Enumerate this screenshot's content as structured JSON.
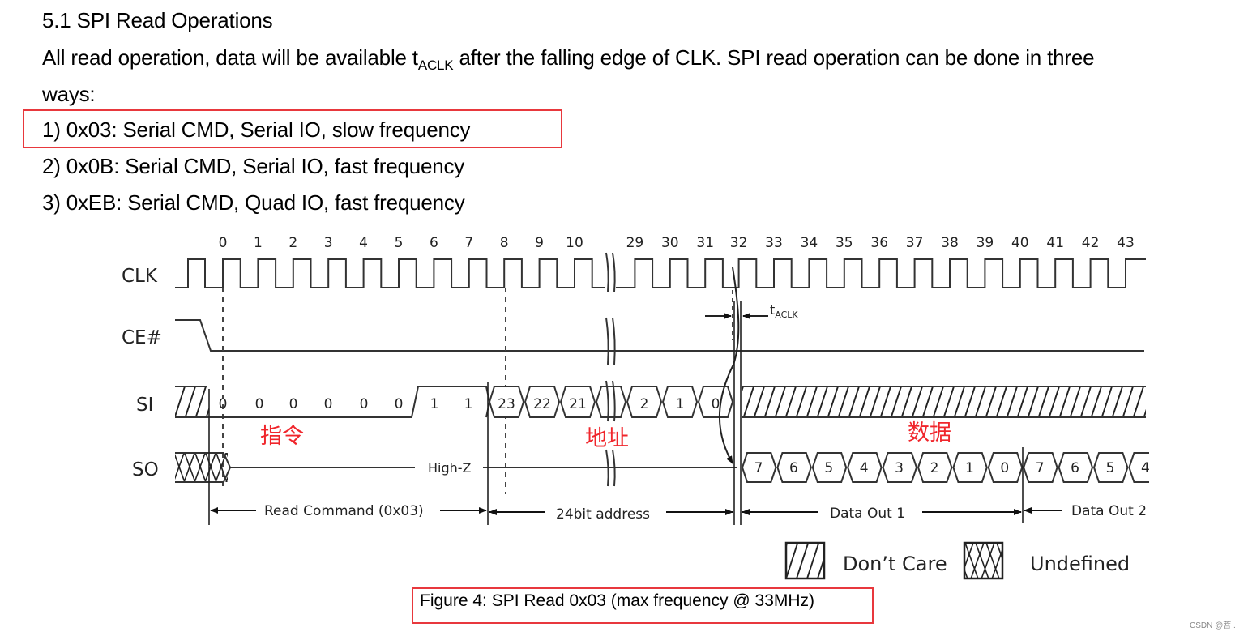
{
  "section": {
    "heading": "5.1 SPI Read Operations",
    "intro_pre": "All read operation, data will be available t",
    "intro_sub": "ACLK",
    "intro_post": " after the falling edge of CLK. SPI read operation can be done in three",
    "intro_cont": "ways:",
    "modes": [
      {
        "text": "1) 0x03: Serial CMD, Serial IO, slow frequency",
        "highlighted": true
      },
      {
        "text": "2) 0x0B: Serial CMD, Serial IO, fast frequency",
        "highlighted": false
      },
      {
        "text": "3) 0xEB: Serial CMD, Quad IO, fast frequency",
        "highlighted": false
      }
    ]
  },
  "diagram": {
    "signals": [
      "CLK",
      "CE#",
      "SI",
      "SO"
    ],
    "clock_numbers": [
      "0",
      "1",
      "2",
      "3",
      "4",
      "5",
      "6",
      "7",
      "8",
      "9",
      "10",
      "29",
      "30",
      "31",
      "32",
      "33",
      "34",
      "35",
      "36",
      "37",
      "38",
      "39",
      "40",
      "41",
      "42",
      "43"
    ],
    "si_command_bits": [
      "0",
      "0",
      "0",
      "0",
      "0",
      "0",
      "1",
      "1"
    ],
    "si_address_bits": [
      "23",
      "22",
      "21",
      "2",
      "1",
      "0"
    ],
    "so_data_bits": [
      "7",
      "6",
      "5",
      "4",
      "3",
      "2",
      "1",
      "0",
      "7",
      "6",
      "5",
      "4"
    ],
    "high_z_label": "High-Z",
    "t_aclk_main": "t",
    "t_aclk_sub": "ACLK",
    "phases": [
      "Read Command (0x03)",
      "24bit address",
      "Data Out 1",
      "Data Out 2"
    ],
    "legend": {
      "dont_care": "Don’t Care",
      "undefined": "Undefined"
    },
    "annotations": {
      "command": "指令",
      "address": "地址",
      "data": "数据"
    },
    "annotation_color": "#f0252b"
  },
  "caption": "Figure 4: SPI Read 0x03 (max frequency @ 33MHz)",
  "highlight_color": "#e8383d",
  "watermark": "CSDN @菩 ."
}
